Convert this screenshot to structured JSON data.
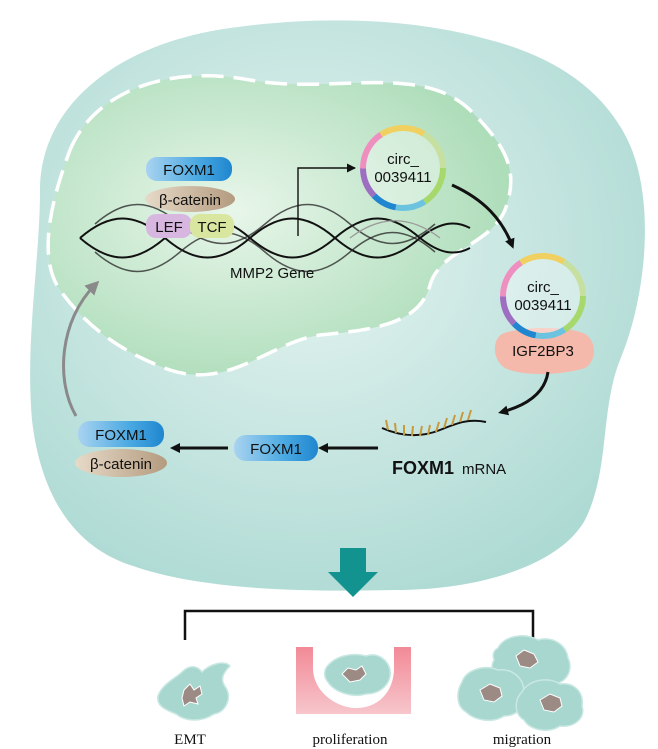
{
  "nucleus": {
    "complex_top": {
      "foxm1": "FOXM1",
      "beta_catenin": "β-catenin",
      "lef": "LEF",
      "tcf": "TCF"
    },
    "gene_label": "MMP2 Gene"
  },
  "circ_rna_1": {
    "line1": "circ_",
    "line2": "0039411"
  },
  "circ_rna_2": {
    "line1": "circ_",
    "line2": "0039411"
  },
  "igf2bp3": "IGF2BP3",
  "mrna": {
    "name": "FOXM1",
    "suffix": " mRNA"
  },
  "foxm1_protein": "FOXM1",
  "complex_cytoplasm": {
    "foxm1": "FOXM1",
    "beta_catenin": "β-catenin"
  },
  "outcomes": [
    {
      "label": "EMT"
    },
    {
      "label": "proliferation"
    },
    {
      "label": "migration"
    }
  ],
  "colors": {
    "cell": "#c3e4df",
    "nucleus": "#bde3c8",
    "foxm1_blue": "#3aa0dc",
    "beta_catenin": "#cbb79e",
    "lef": "#d7b7e0",
    "tcf": "#d9e6a0",
    "igf2bp3": "#f4b9ab",
    "arrow_teal": "#13938f",
    "pink": "#ef98a3"
  }
}
